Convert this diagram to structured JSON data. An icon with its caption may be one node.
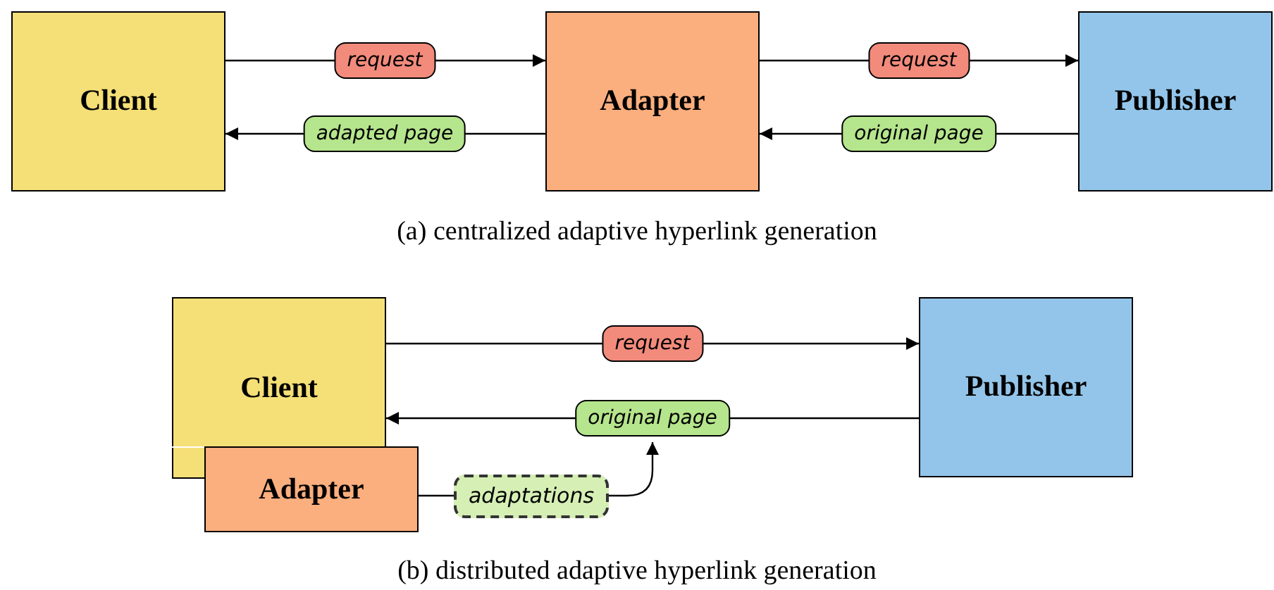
{
  "diagram": {
    "nodes": [
      {
        "text": [
          "Client"
        ]
      },
      {
        "text": [
          "Adapter"
        ]
      },
      {
        "text": [
          "Publisher"
        ]
      },
      {
        "text": [
          "Client"
        ]
      },
      {
        "text": [
          "Publisher"
        ]
      },
      {
        "text": [
          "Adapter"
        ]
      },
      {
        "text": [
          "adaptations"
        ]
      }
    ],
    "edges": [
      {
        "from": 0,
        "to": 1,
        "arrow": "to",
        "label": "request"
      },
      {
        "from": 1,
        "to": 0,
        "arrow": "to",
        "label": "adapted page"
      },
      {
        "from": 1,
        "to": 2,
        "arrow": "to",
        "label": "request"
      },
      {
        "from": 2,
        "to": 1,
        "arrow": "to",
        "label": "original page"
      },
      {
        "from": 3,
        "to": 4,
        "arrow": "to",
        "label": "request"
      },
      {
        "from": 4,
        "to": 3,
        "arrow": "to",
        "label": "original page"
      },
      {
        "from": 5,
        "to": 6,
        "arrow": "none"
      },
      {
        "from": 6,
        "to": null,
        "arrow": "to"
      }
    ],
    "labels": [
      "(a) centralized adaptive hyperlink generation",
      "(b) distributed adaptive hyperlink generation"
    ]
  }
}
